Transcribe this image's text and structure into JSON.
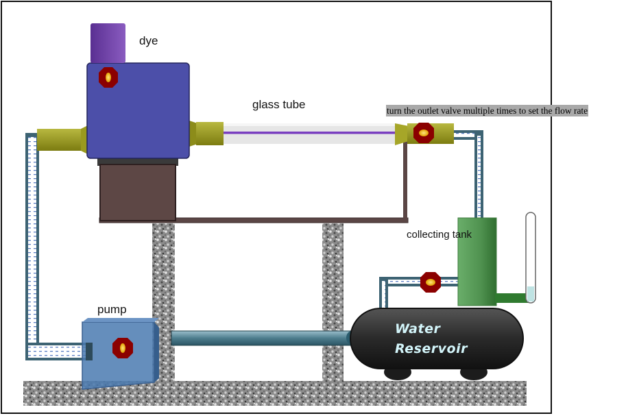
{
  "labels": {
    "dye": "dye",
    "glass_tube": "glass tube",
    "collecting_tank": "collecting tank",
    "pump": "pump",
    "reservoir_line1": "Water",
    "reservoir_line2": "Reservoir"
  },
  "hint": "turn the outlet valve multiple times to set the flow rate",
  "colors": {
    "dye_tank": "#4c4fa9",
    "dye_bottle": "#6a3fa0",
    "valve": "#8b0000",
    "valve_center": "#f2c200",
    "connector": "#9a9a1e",
    "collecting_tank": "#5a9b5a",
    "pump": "#4a7ab0",
    "reservoir": "#2b2b2b",
    "pipe": "#3d6373",
    "dye_streak": "#7a3fc0"
  }
}
